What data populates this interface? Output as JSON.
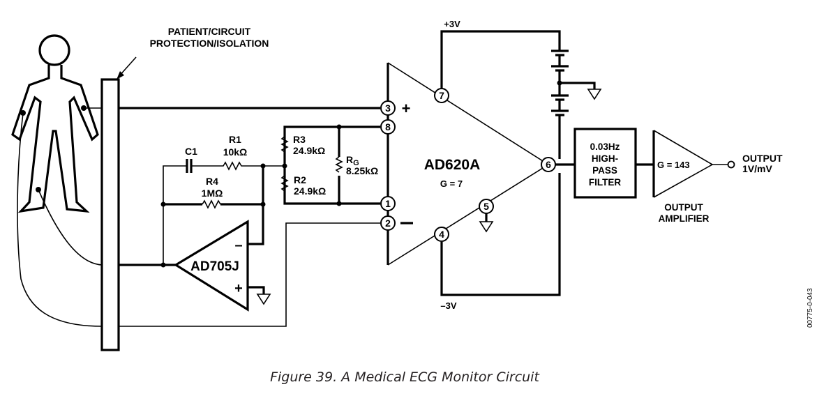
{
  "figure": {
    "caption": "Figure 39. A Medical ECG Monitor Circuit",
    "figure_id": "00775-0-043"
  },
  "labels": {
    "protection_line1": "PATIENT/CIRCUIT",
    "protection_line2": "PROTECTION/ISOLATION",
    "plus_supply": "+3V",
    "minus_supply": "–3V",
    "plus_sign": "+",
    "minus_sign": "–"
  },
  "components": {
    "c1": {
      "name": "C1"
    },
    "r1": {
      "name": "R1",
      "value": "10kΩ"
    },
    "r4": {
      "name": "R4",
      "value": "1MΩ"
    },
    "r3": {
      "name": "R3",
      "value": "24.9kΩ"
    },
    "r2": {
      "name": "R2",
      "value": "24.9kΩ"
    },
    "rg": {
      "name": "R",
      "subscript": "G",
      "value": "8.25kΩ"
    },
    "opamp": {
      "name": "AD705J",
      "minus": "–",
      "plus": "+"
    },
    "inamp": {
      "name": "AD620A",
      "gain": "G = 7"
    },
    "filter": {
      "line1": "0.03Hz",
      "line2": "HIGH-",
      "line3": "PASS",
      "line4": "FILTER"
    },
    "output_amp": {
      "gain": "G = 143",
      "label1": "OUTPUT",
      "label2": "AMPLIFIER"
    },
    "output": {
      "label1": "OUTPUT",
      "label2": "1V/mV"
    }
  },
  "pins": {
    "p1": "1",
    "p2": "2",
    "p3": "3",
    "p4": "4",
    "p5": "5",
    "p6": "6",
    "p7": "7",
    "p8": "8"
  }
}
